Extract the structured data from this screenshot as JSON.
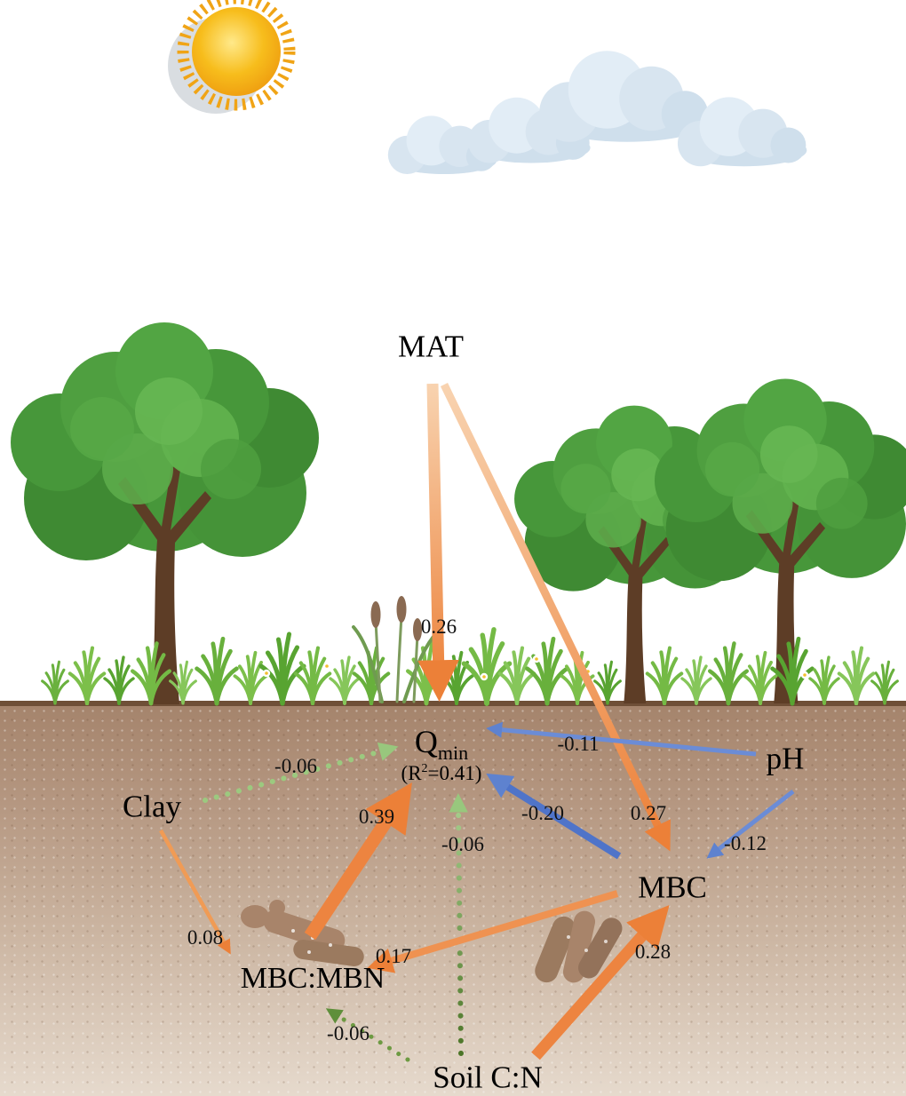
{
  "nodes": {
    "mat": {
      "label": "MAT"
    },
    "qmin": {
      "base": "Q",
      "sub": "min",
      "r2_prefix": "(R",
      "r2_sup": "2",
      "r2_suffix": "=0.41)"
    },
    "ph": {
      "label": "pH"
    },
    "clay": {
      "label": "Clay"
    },
    "mbc": {
      "label": "MBC"
    },
    "mbc_mbn": {
      "label": "MBC:MBN"
    },
    "soil_cn": {
      "label": "Soil C:N"
    }
  },
  "edges": [
    {
      "from": "MAT",
      "to": "Qmin",
      "coefficient": "0.26",
      "style": "solid",
      "effect": "positive"
    },
    {
      "from": "MAT",
      "to": "MBC",
      "coefficient": "0.27",
      "style": "solid",
      "effect": "positive"
    },
    {
      "from": "pH",
      "to": "Qmin",
      "coefficient": "-0.11",
      "style": "solid",
      "effect": "negative"
    },
    {
      "from": "pH",
      "to": "MBC",
      "coefficient": "-0.12",
      "style": "solid",
      "effect": "negative"
    },
    {
      "from": "MBC",
      "to": "Qmin",
      "coefficient": "-0.20",
      "style": "solid",
      "effect": "negative"
    },
    {
      "from": "Clay",
      "to": "Qmin",
      "coefficient": "-0.06",
      "style": "dotted",
      "effect": "negative"
    },
    {
      "from": "Clay",
      "to": "MBC:MBN",
      "coefficient": "0.08",
      "style": "solid",
      "effect": "positive"
    },
    {
      "from": "MBC:MBN",
      "to": "Qmin",
      "coefficient": "0.39",
      "style": "solid",
      "effect": "positive"
    },
    {
      "from": "Soil C:N",
      "to": "Qmin",
      "coefficient": "-0.06",
      "style": "dotted",
      "effect": "negative"
    },
    {
      "from": "Soil C:N",
      "to": "MBC:MBN",
      "coefficient": "-0.06",
      "style": "dotted",
      "effect": "negative"
    },
    {
      "from": "Soil C:N",
      "to": "MBC",
      "coefficient": "0.28",
      "style": "solid",
      "effect": "positive"
    },
    {
      "from": "MBC",
      "to": "MBC:MBN",
      "coefficient": "0.17",
      "style": "solid",
      "effect": "positive"
    }
  ],
  "colors": {
    "positive_effect_orange": "#ec8038",
    "negative_effect_blue": "#5e82cf",
    "weak_effect_light_green": "#98c77d",
    "weak_effect_dark_green": "#5f8f3b",
    "soil_brown": "#b59781",
    "sky": "#ffffff"
  }
}
